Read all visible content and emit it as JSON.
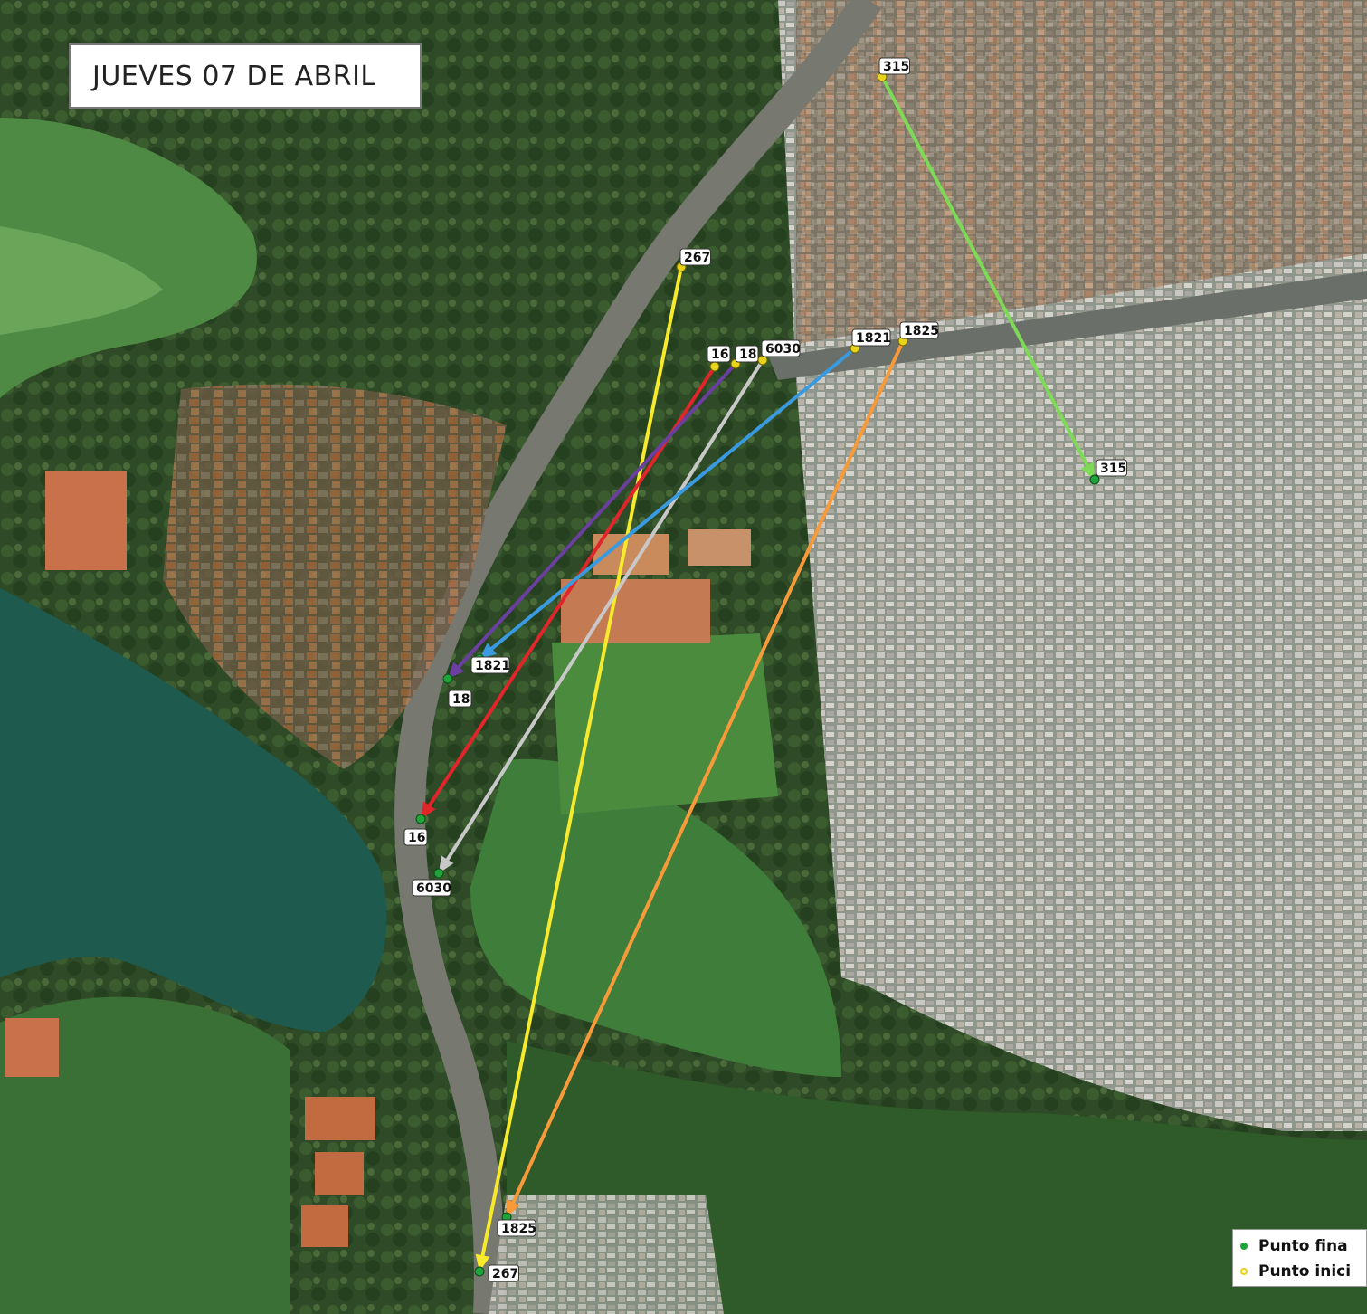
{
  "title": "JUEVES 07 DE ABRIL",
  "legend": {
    "end_label": "Punto fina",
    "start_label": "Punto inici",
    "end_color": "#1fa33a",
    "start_color": "#e8d21a"
  },
  "routes": [
    {
      "id": "315",
      "color": "#7ed957",
      "start_label": "315",
      "end_label": "315"
    },
    {
      "id": "267",
      "color": "#f7ea2c",
      "start_label": "267",
      "end_label": "267"
    },
    {
      "id": "16",
      "color": "#e0262b",
      "start_label": "16",
      "end_label": "16"
    },
    {
      "id": "18",
      "color": "#6a3fa0",
      "start_label": "18",
      "end_label": "18"
    },
    {
      "id": "6030",
      "color": "#c8c8c8",
      "start_label": "6030",
      "end_label": "6030"
    },
    {
      "id": "1821",
      "color": "#3a9ae0",
      "start_label": "1821",
      "end_label": "1821"
    },
    {
      "id": "1825",
      "color": "#f79a3a",
      "start_label": "1825",
      "end_label": "1825"
    }
  ]
}
